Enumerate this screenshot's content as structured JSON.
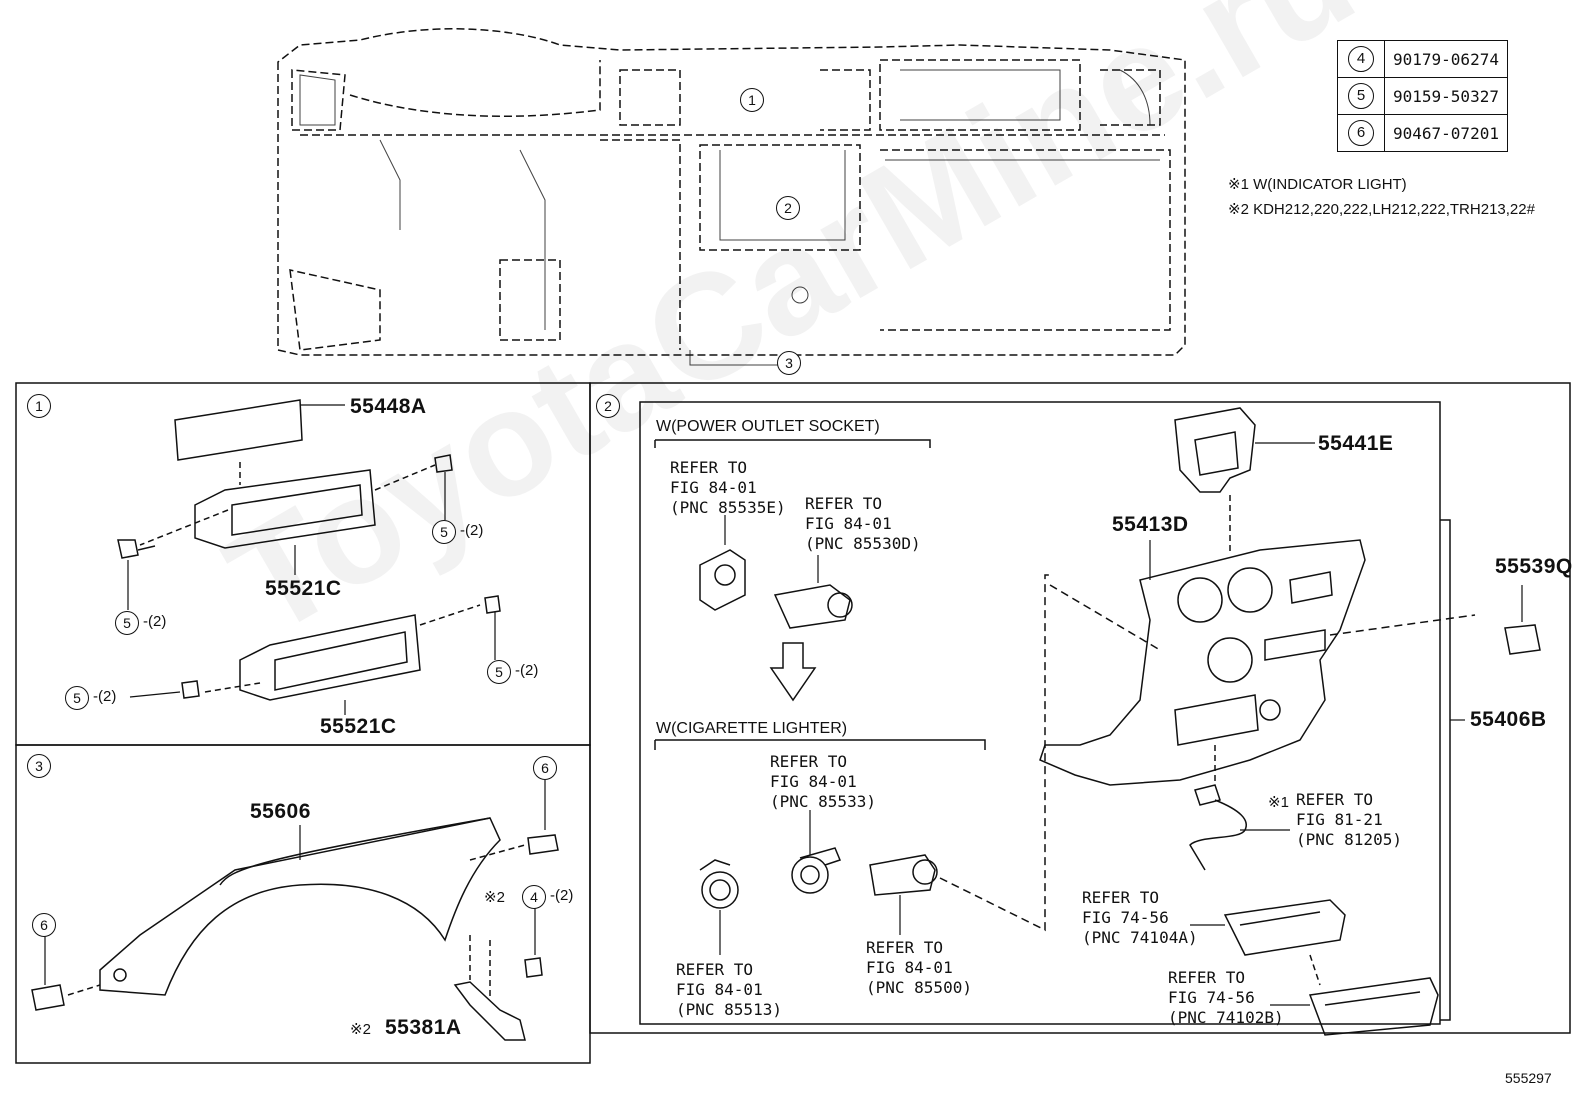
{
  "table": [
    {
      "ref": "4",
      "part": "90179-06274"
    },
    {
      "ref": "5",
      "part": "90159-50327"
    },
    {
      "ref": "6",
      "part": "90467-07201"
    }
  ],
  "notes": {
    "n1": "※1 W(INDICATOR LIGHT)",
    "n2": "※2 KDH212,220,222,LH212,222,TRH213,22#"
  },
  "callouts": {
    "c1": "1",
    "c2": "2",
    "c3": "3"
  },
  "panel1": {
    "id": "1",
    "p55448a": "55448A",
    "p55521c_top": "55521C",
    "p55521c_bot": "55521C",
    "bolt_ref": "5",
    "bolt_qty": "-(2)"
  },
  "panel2": {
    "id": "2",
    "power_outlet_title": "W(POWER OUTLET SOCKET)",
    "cig_lighter_title": "W(CIGARETTE LIGHTER)",
    "ref_85535e": "REFER TO\nFIG 84-01\n(PNC 85535E)",
    "ref_85530d": "REFER TO\nFIG 84-01\n(PNC 85530D)",
    "ref_85533": "REFER TO\nFIG 84-01\n(PNC 85533)",
    "ref_85513": "REFER TO\nFIG 84-01\n(PNC 85513)",
    "ref_85500": "REFER TO\nFIG 84-01\n(PNC 85500)",
    "ref_81205_mark": "※1",
    "ref_81205": "REFER TO\nFIG 81-21\n(PNC 81205)",
    "ref_74104a": "REFER TO\nFIG 74-56\n(PNC 74104A)",
    "ref_74102b": "REFER TO\nFIG 74-56\n(PNC 74102B)",
    "p55441e": "55441E",
    "p55413d": "55413D",
    "p55539q": "55539Q",
    "p55406b": "55406B"
  },
  "panel3": {
    "id": "3",
    "p55606": "55606",
    "p55381a_mark": "※2",
    "p55381a": "55381A",
    "clip_ref": "6",
    "nut_mark": "※2",
    "nut_ref": "4",
    "nut_qty": "-(2)"
  },
  "footer_code": "555297",
  "watermark": "ToyotaCarMine.ru"
}
